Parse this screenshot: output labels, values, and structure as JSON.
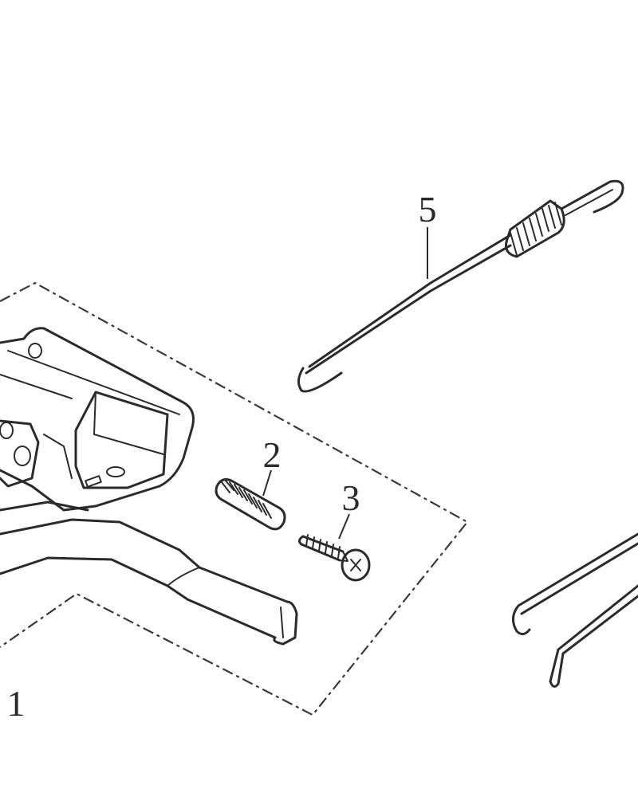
{
  "callouts": {
    "part_1": "1",
    "part_2": "2",
    "part_3": "3",
    "part_5": "5"
  },
  "colors": {
    "background": "#ffffff",
    "ink": "#2b2b2b"
  }
}
